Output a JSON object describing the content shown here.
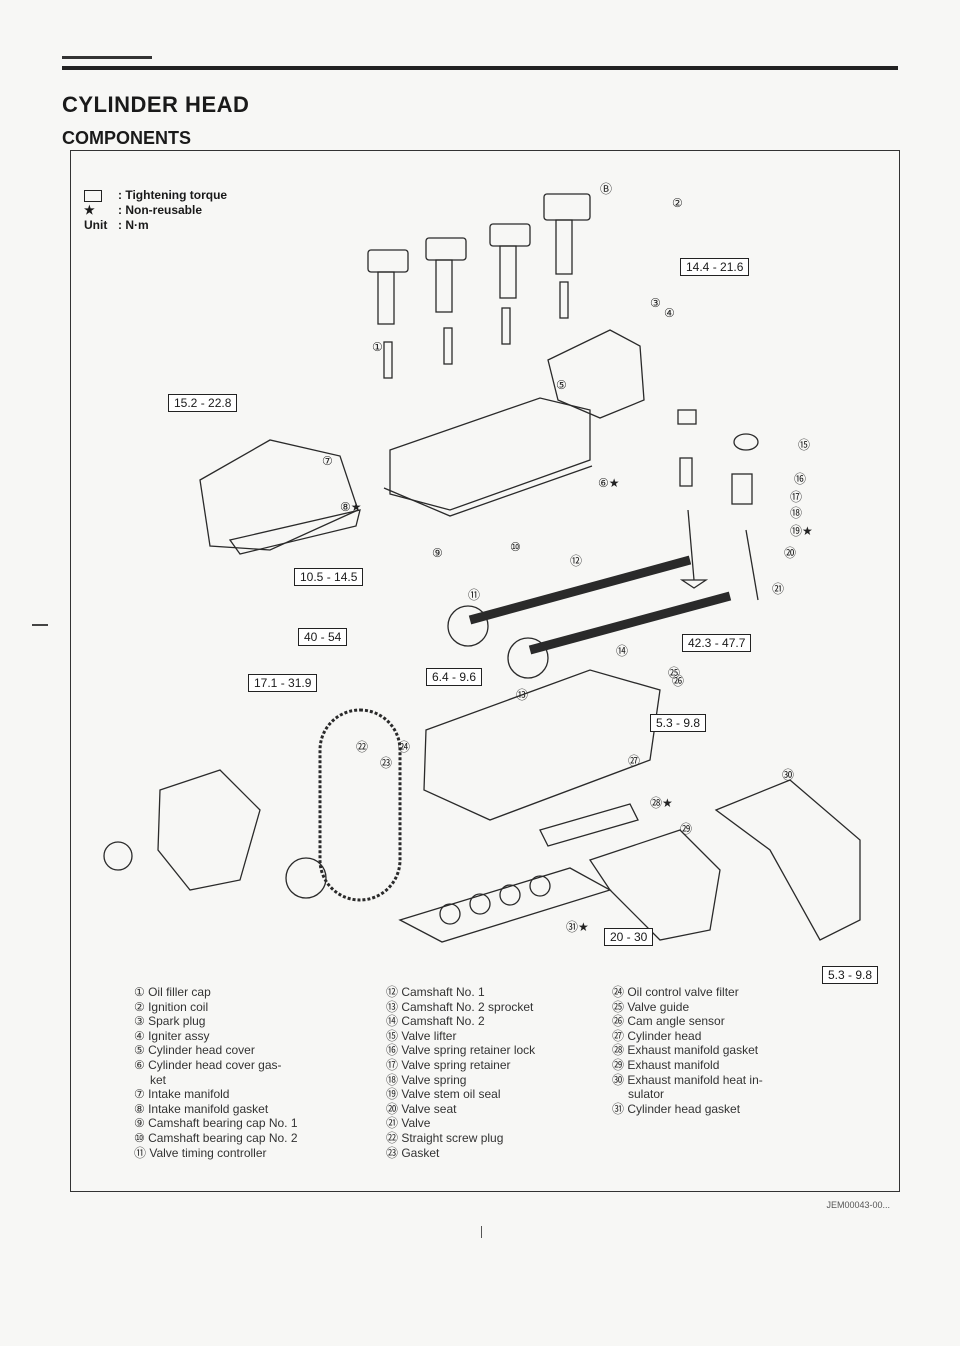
{
  "header": {
    "title": "CYLINDER HEAD",
    "subtitle": "COMPONENTS"
  },
  "legend": [
    {
      "symbol": "",
      "label": ": Tightening torque",
      "icon": "torque-box-icon"
    },
    {
      "symbol": "★",
      "label": ": Non-reusable"
    },
    {
      "symbol": "Unit",
      "label": ": N·m"
    }
  ],
  "torque_specs": [
    "14.4 - 21.6",
    "15.2 - 22.8",
    "10.5 - 14.5",
    "40 - 54",
    "42.3 - 47.7",
    "17.1 - 31.9",
    "6.4 - 9.6",
    "5.3 - 9.8",
    "20 - 30",
    "5.3 - 9.8"
  ],
  "parts_col1": [
    "① Oil filler cap",
    "② Ignition coil",
    "③ Spark plug",
    "④ Igniter assy",
    "⑤ Cylinder head cover",
    "⑥ Cylinder head cover gas-",
    "ket",
    "⑦ Intake manifold",
    "⑧ Intake manifold gasket",
    "⑨ Camshaft bearing cap No. 1",
    "⑩ Camshaft bearing cap No. 2",
    "⑪ Valve timing controller"
  ],
  "parts_col2": [
    "⑫ Camshaft No. 1",
    "⑬ Camshaft No. 2 sprocket",
    "⑭ Camshaft No. 2",
    "⑮ Valve lifter",
    "⑯ Valve spring retainer lock",
    "⑰ Valve spring retainer",
    "⑱ Valve spring",
    "⑲ Valve stem oil seal",
    "⑳ Valve seat",
    "㉑ Valve",
    "㉒ Straight screw plug",
    "㉓ Gasket"
  ],
  "parts_col3": [
    "㉔ Oil control valve filter",
    "㉕ Valve guide",
    "㉖ Cam angle sensor",
    "㉗ Cylinder head",
    "㉘ Exhaust manifold gasket",
    "㉙ Exhaust manifold",
    "㉚ Exhaust manifold heat in-",
    "sulator",
    "㉛ Cylinder head gasket"
  ],
  "callouts": [
    "①",
    "②",
    "③",
    "④",
    "⑤",
    "⑥★",
    "⑦",
    "⑧★",
    "⑨",
    "⑩",
    "⑪",
    "⑫",
    "⑬",
    "⑭",
    "⑮",
    "⑯",
    "⑰",
    "⑱",
    "⑲★",
    "⑳",
    "㉑",
    "㉒",
    "㉓",
    "㉔",
    "㉕",
    "㉖",
    "㉗",
    "㉘★",
    "㉙",
    "㉚",
    "㉛★",
    "Ⓑ"
  ],
  "footer": {
    "code": "JEM00043-00..."
  }
}
